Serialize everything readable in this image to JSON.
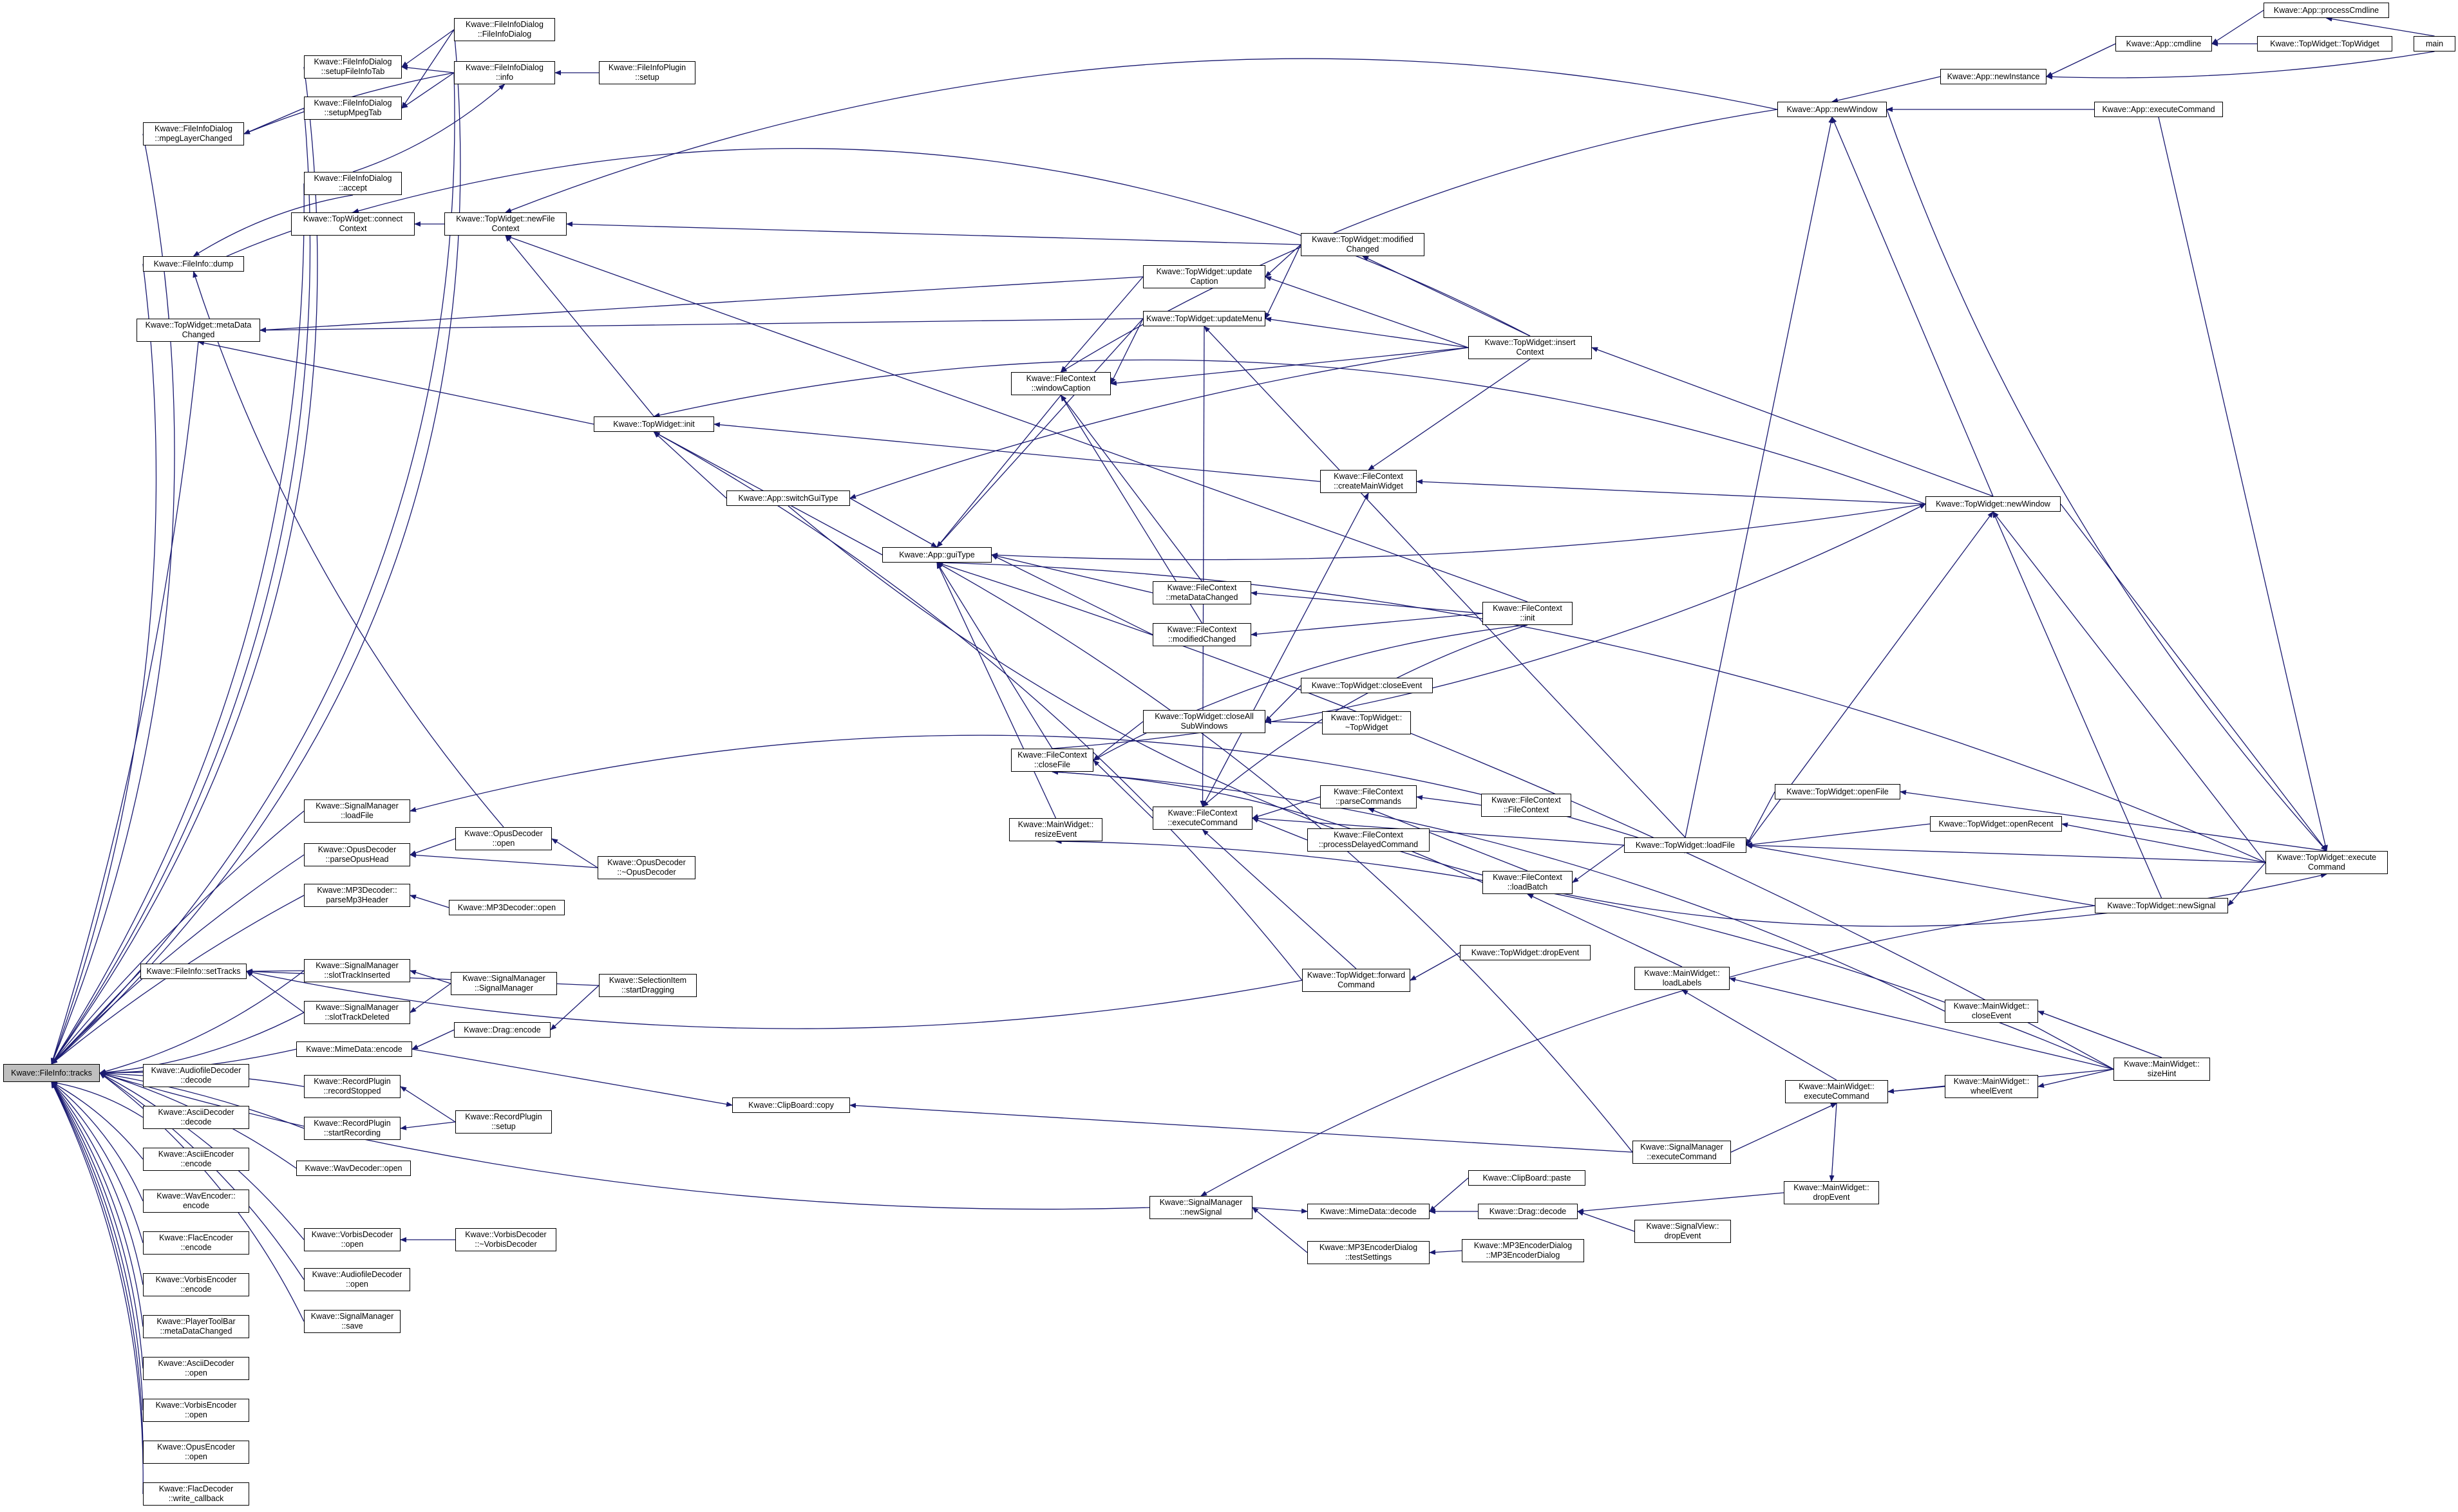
{
  "graph": {
    "direction": "right-to-left",
    "colors": {
      "edge": "#191970",
      "node_border": "#000000",
      "root_fill": "#bfbfbf",
      "node_fill": "#ffffff"
    },
    "nodes": [
      {
        "id": "tracks",
        "label": "Kwave::FileInfo::tracks",
        "root": true
      },
      {
        "id": "fid_ctor",
        "label": "Kwave::FileInfoDialog\n::FileInfoDialog"
      },
      {
        "id": "setupFileInfoTab",
        "label": "Kwave::FileInfoDialog\n::setupFileInfoTab"
      },
      {
        "id": "fid_mpeg",
        "label": "Kwave::FileInfoDialog\n::mpegLayerChanged"
      },
      {
        "id": "setupMpegTab",
        "label": "Kwave::FileInfoDialog\n::setupMpegTab"
      },
      {
        "id": "fid_info",
        "label": "Kwave::FileInfoDialog\n::info"
      },
      {
        "id": "fip_setup",
        "label": "Kwave::FileInfoPlugin\n::setup"
      },
      {
        "id": "fid_accept",
        "label": "Kwave::FileInfoDialog\n::accept"
      },
      {
        "id": "fi_dump",
        "label": "Kwave::FileInfo::dump"
      },
      {
        "id": "tw_connect",
        "label": "Kwave::TopWidget::connect\nContext"
      },
      {
        "id": "tw_newFileCtx",
        "label": "Kwave::TopWidget::newFile\nContext"
      },
      {
        "id": "tw_metaData",
        "label": "Kwave::TopWidget::metaData\nChanged"
      },
      {
        "id": "tw_init",
        "label": "Kwave::TopWidget::init"
      },
      {
        "id": "app_switchGui",
        "label": "Kwave::App::switchGuiType"
      },
      {
        "id": "app_guiType",
        "label": "Kwave::App::guiType"
      },
      {
        "id": "fc_windowCaption",
        "label": "Kwave::FileContext\n::windowCaption"
      },
      {
        "id": "tw_updateCaption",
        "label": "Kwave::TopWidget::update\nCaption"
      },
      {
        "id": "tw_updateMenu",
        "label": "Kwave::TopWidget::updateMenu"
      },
      {
        "id": "tw_modified",
        "label": "Kwave::TopWidget::modified\nChanged"
      },
      {
        "id": "fc_createMain",
        "label": "Kwave::FileContext\n::createMainWidget"
      },
      {
        "id": "tw_insertCtx",
        "label": "Kwave::TopWidget::insert\nContext"
      },
      {
        "id": "fc_metaDataChanged",
        "label": "Kwave::FileContext\n::metaDataChanged"
      },
      {
        "id": "fc_modifiedChanged",
        "label": "Kwave::FileContext\n::modifiedChanged"
      },
      {
        "id": "fc_init",
        "label": "Kwave::FileContext\n::init"
      },
      {
        "id": "app_newWindow",
        "label": "Kwave::App::newWindow"
      },
      {
        "id": "app_newInstance",
        "label": "Kwave::App::newInstance"
      },
      {
        "id": "app_cmdline",
        "label": "Kwave::App::cmdline"
      },
      {
        "id": "app_processCmdline",
        "label": "Kwave::App::processCmdline"
      },
      {
        "id": "tw_ctor",
        "label": "Kwave::TopWidget::TopWidget"
      },
      {
        "id": "main",
        "label": "main"
      },
      {
        "id": "app_executeCommand",
        "label": "Kwave::App::executeCommand"
      },
      {
        "id": "tw_newWindow",
        "label": "Kwave::TopWidget::newWindow"
      },
      {
        "id": "tw_closeEvent",
        "label": "Kwave::TopWidget::closeEvent"
      },
      {
        "id": "tw_dtor",
        "label": "Kwave::TopWidget::\n~TopWidget"
      },
      {
        "id": "tw_closeAll",
        "label": "Kwave::TopWidget::closeAll\nSubWindows"
      },
      {
        "id": "fc_closeFile",
        "label": "Kwave::FileContext\n::closeFile"
      },
      {
        "id": "fc_executeCommand",
        "label": "Kwave::FileContext\n::executeCommand"
      },
      {
        "id": "fc_parseCommands",
        "label": "Kwave::FileContext\n::parseCommands"
      },
      {
        "id": "fc_processDelayed",
        "label": "Kwave::FileContext\n::processDelayedCommand"
      },
      {
        "id": "fc_ctor",
        "label": "Kwave::FileContext\n::FileContext"
      },
      {
        "id": "tw_loadFile",
        "label": "Kwave::TopWidget::loadFile"
      },
      {
        "id": "tw_openFile",
        "label": "Kwave::TopWidget::openFile"
      },
      {
        "id": "tw_openRecent",
        "label": "Kwave::TopWidget::openRecent"
      },
      {
        "id": "tw_executeCommand",
        "label": "Kwave::TopWidget::execute\nCommand"
      },
      {
        "id": "fc_loadBatch",
        "label": "Kwave::FileContext\n::loadBatch"
      },
      {
        "id": "tw_newSignal",
        "label": "Kwave::TopWidget::newSignal"
      },
      {
        "id": "mw_resizeEvent",
        "label": "Kwave::MainWidget::\nresizeEvent"
      },
      {
        "id": "tw_forwardCommand",
        "label": "Kwave::TopWidget::forward\nCommand"
      },
      {
        "id": "tw_dropEvent",
        "label": "Kwave::TopWidget::dropEvent"
      },
      {
        "id": "mw_loadLabels",
        "label": "Kwave::MainWidget::\nloadLabels"
      },
      {
        "id": "mw_closeEvent",
        "label": "Kwave::MainWidget::\ncloseEvent"
      },
      {
        "id": "mw_sizeHint",
        "label": "Kwave::MainWidget::\nsizeHint"
      },
      {
        "id": "mw_executeCommand",
        "label": "Kwave::MainWidget::\nexecuteCommand"
      },
      {
        "id": "mw_wheelEvent",
        "label": "Kwave::MainWidget::\nwheelEvent"
      },
      {
        "id": "sm_executeCommand",
        "label": "Kwave::SignalManager\n::executeCommand"
      },
      {
        "id": "cb_copy",
        "label": "Kwave::ClipBoard::copy"
      },
      {
        "id": "cb_paste",
        "label": "Kwave::ClipBoard::paste"
      },
      {
        "id": "sm_newSignal",
        "label": "Kwave::SignalManager\n::newSignal"
      },
      {
        "id": "md_decode",
        "label": "Kwave::MimeData::decode"
      },
      {
        "id": "drag_decode",
        "label": "Kwave::Drag::decode"
      },
      {
        "id": "mw_dropEvent",
        "label": "Kwave::MainWidget::\ndropEvent"
      },
      {
        "id": "sv_dropEvent",
        "label": "Kwave::SignalView::\ndropEvent"
      },
      {
        "id": "mp3_testSettings",
        "label": "Kwave::MP3EncoderDialog\n::testSettings"
      },
      {
        "id": "mp3_dialog",
        "label": "Kwave::MP3EncoderDialog\n::MP3EncoderDialog"
      },
      {
        "id": "sm_loadFile",
        "label": "Kwave::SignalManager\n::loadFile"
      },
      {
        "id": "opus_parseHead",
        "label": "Kwave::OpusDecoder\n::parseOpusHead"
      },
      {
        "id": "opus_open",
        "label": "Kwave::OpusDecoder\n::open"
      },
      {
        "id": "opus_dtor",
        "label": "Kwave::OpusDecoder\n::~OpusDecoder"
      },
      {
        "id": "mp3_parseHeader",
        "label": "Kwave::MP3Decoder::\nparseMp3Header"
      },
      {
        "id": "mp3_open",
        "label": "Kwave::MP3Decoder::open"
      },
      {
        "id": "fi_setTracks",
        "label": "Kwave::FileInfo::setTracks"
      },
      {
        "id": "sm_slotInserted",
        "label": "Kwave::SignalManager\n::slotTrackInserted"
      },
      {
        "id": "sm_ctor",
        "label": "Kwave::SignalManager\n::SignalManager"
      },
      {
        "id": "sel_startDragging",
        "label": "Kwave::SelectionItem\n::startDragging"
      },
      {
        "id": "sm_slotDeleted",
        "label": "Kwave::SignalManager\n::slotTrackDeleted"
      },
      {
        "id": "md_encode",
        "label": "Kwave::MimeData::encode"
      },
      {
        "id": "drag_encode",
        "label": "Kwave::Drag::encode"
      },
      {
        "id": "rp_recordStopped",
        "label": "Kwave::RecordPlugin\n::recordStopped"
      },
      {
        "id": "rp_setup",
        "label": "Kwave::RecordPlugin\n::setup"
      },
      {
        "id": "rp_startRecording",
        "label": "Kwave::RecordPlugin\n::startRecording"
      },
      {
        "id": "wav_open",
        "label": "Kwave::WavDecoder::open"
      },
      {
        "id": "vorbis_open",
        "label": "Kwave::VorbisDecoder\n::open"
      },
      {
        "id": "vorbis_dtor",
        "label": "Kwave::VorbisDecoder\n::~VorbisDecoder"
      },
      {
        "id": "audiofile_open",
        "label": "Kwave::AudiofileDecoder\n::open"
      },
      {
        "id": "sm_save",
        "label": "Kwave::SignalManager\n::save"
      },
      {
        "id": "audiofile_decode",
        "label": "Kwave::AudiofileDecoder\n::decode"
      },
      {
        "id": "ascii_decode",
        "label": "Kwave::AsciiDecoder\n::decode"
      },
      {
        "id": "ascii_encode",
        "label": "Kwave::AsciiEncoder\n::encode"
      },
      {
        "id": "wav_encode",
        "label": "Kwave::WavEncoder::\nencode"
      },
      {
        "id": "flac_encode",
        "label": "Kwave::FlacEncoder\n::encode"
      },
      {
        "id": "vorbisenc_encode",
        "label": "Kwave::VorbisEncoder\n::encode"
      },
      {
        "id": "ptb_meta",
        "label": "Kwave::PlayerToolBar\n::metaDataChanged"
      },
      {
        "id": "ascii_open",
        "label": "Kwave::AsciiDecoder\n::open"
      },
      {
        "id": "vorbisenc_open",
        "label": "Kwave::VorbisEncoder\n::open"
      },
      {
        "id": "opusenc_open",
        "label": "Kwave::OpusEncoder\n::open"
      },
      {
        "id": "flac_write",
        "label": "Kwave::FlacDecoder\n::write_callback"
      }
    ]
  }
}
